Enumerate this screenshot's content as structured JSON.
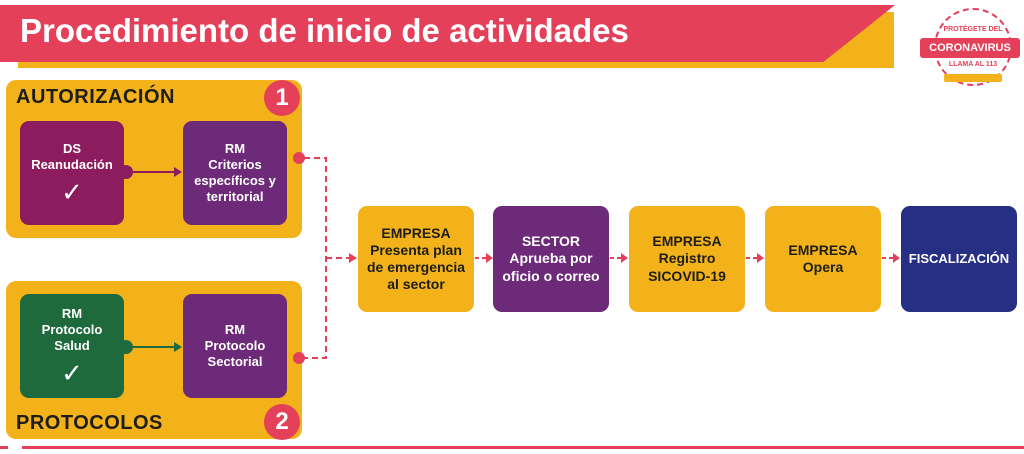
{
  "header": {
    "title": "Procedimiento de inicio de actividades"
  },
  "badge": {
    "top": "PROTÉGETE DEL",
    "main": "CORONAVIRUS",
    "bottom": "LLAMA AL 113"
  },
  "groups": [
    {
      "label": "AUTORIZACIÓN",
      "number": "1",
      "boxes": [
        {
          "lines": [
            "DS",
            "Reanudación"
          ],
          "checked": true
        },
        {
          "lines": [
            "RM",
            "Criterios",
            "específicos y",
            "territorial"
          ],
          "checked": false
        }
      ]
    },
    {
      "label": "PROTOCOLOS",
      "number": "2",
      "boxes": [
        {
          "lines": [
            "RM",
            "Protocolo",
            "Salud"
          ],
          "checked": true
        },
        {
          "lines": [
            "RM",
            "Protocolo",
            "Sectorial"
          ],
          "checked": false
        }
      ]
    }
  ],
  "check_glyph": "✓",
  "flow": [
    {
      "title": "EMPRESA",
      "text": "Presenta plan de emergencia al sector"
    },
    {
      "title": "SECTOR",
      "text": "Aprueba por oficio o correo"
    },
    {
      "title": "EMPRESA",
      "text": "Registro SICOVID-19"
    },
    {
      "title": "EMPRESA",
      "text": "Opera"
    },
    {
      "title": "FISCALIZACIÓN",
      "text": ""
    }
  ],
  "colors": {
    "brand_red": "#e5405a",
    "yellow": "#f4b21a",
    "magenta": "#8c1c5e",
    "purple": "#6c2a78",
    "green": "#1f6a3c",
    "navy": "#262f84"
  }
}
